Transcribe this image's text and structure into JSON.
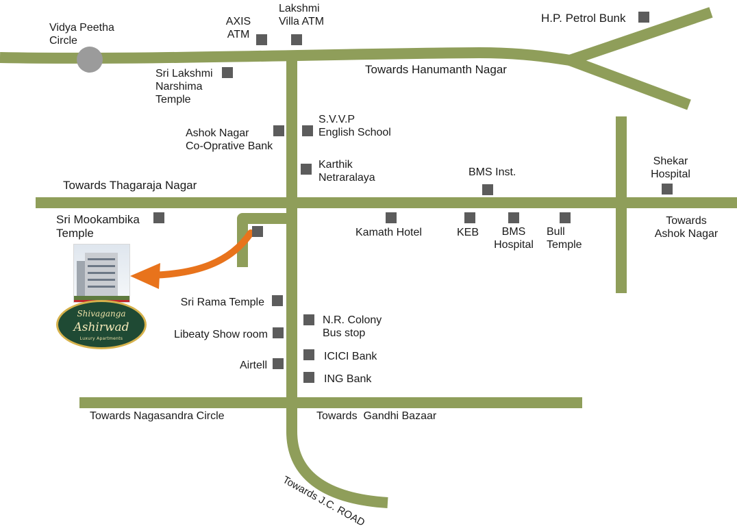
{
  "places": {
    "vidya_peetha_circle": "Vidya Peetha\nCircle",
    "axis_atm": "AXIS\nATM",
    "lakshmi_villa_atm": "Lakshmi\nVilla ATM",
    "hp_petrol_bunk": "H.P. Petrol Bunk",
    "sri_lakshmi_narshima_temple": "Sri Lakshmi\nNarshima\nTemple",
    "ashok_nagar_bank": "Ashok Nagar\nCo-Oprative Bank",
    "svvp_school": "S.V.V.P\nEnglish School",
    "karthik_netraralaya": "Karthik\nNetraralaya",
    "bms_inst": "BMS Inst.",
    "shekar_hospital": "Shekar\nHospital",
    "sri_mookambika_temple": "Sri Mookambika\nTemple",
    "kamath_hotel": "Kamath Hotel",
    "keb": "KEB",
    "bms_hospital": "BMS\nHospital",
    "bull_temple": "Bull\nTemple",
    "sri_rama_temple": "Sri Rama Temple",
    "libeaty_show_room": "Libeaty Show room",
    "airtell": "Airtell",
    "nr_colony_bus_stop": "N.R. Colony\nBus stop",
    "icici_bank": "ICICI Bank",
    "ing_bank": "ING Bank"
  },
  "roads": {
    "hanumanth_nagar": "Towards Hanumanth Nagar",
    "thagaraja_nagar": "Towards Thagaraja Nagar",
    "ashok_nagar": "Towards\nAshok Nagar",
    "nagasandra_circle": "Towards Nagasandra Circle",
    "gandhi_bazaar": "Towards  Gandhi Bazaar",
    "jc_road": "Towards J.C. ROAD"
  },
  "logo": {
    "line1": "Shivaganga",
    "line2": "Ashirwad",
    "line3": "Luxury Apartments"
  },
  "colors": {
    "road": "#8f9e5a",
    "marker": "#5c5c5c",
    "arrow": "#e8731c",
    "logo_bg": "#1f4a34",
    "logo_border": "#d6b24c"
  }
}
